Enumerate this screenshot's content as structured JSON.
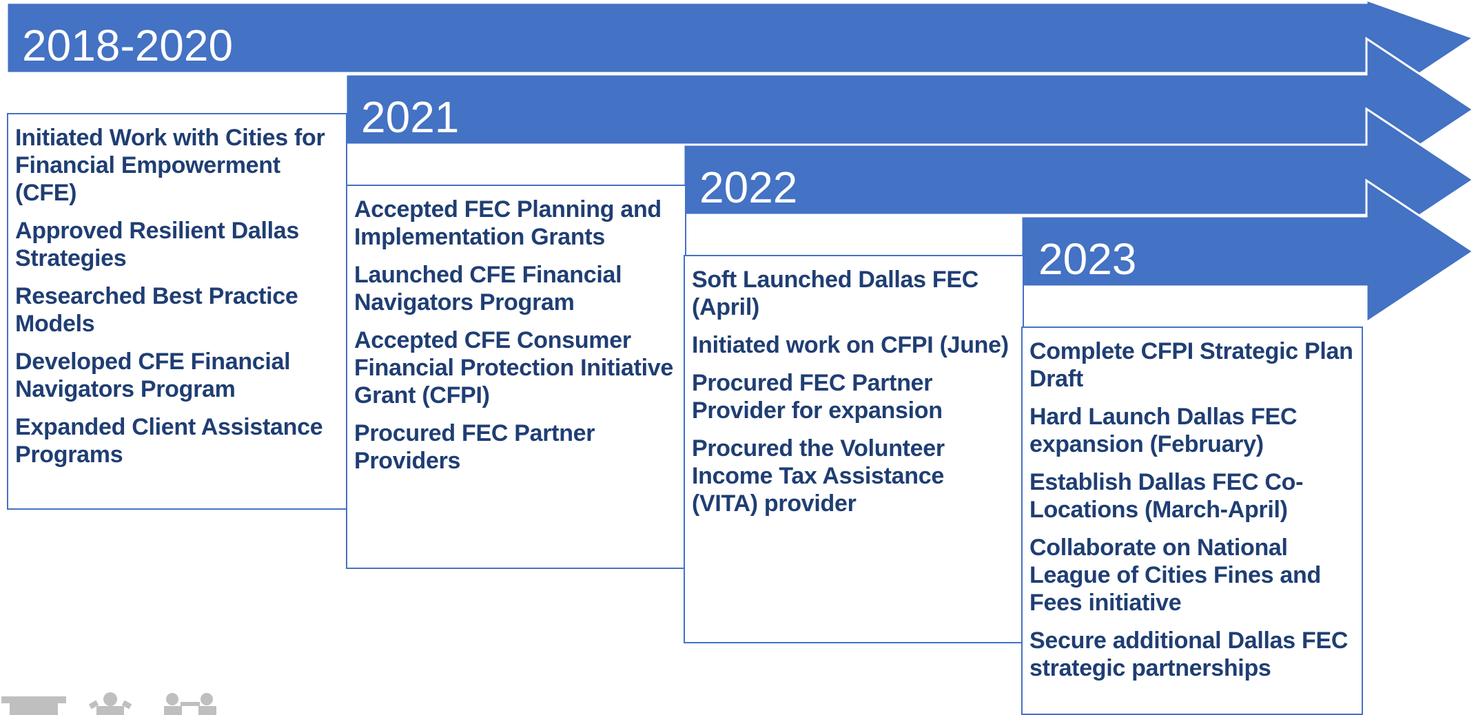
{
  "colors": {
    "arrow": "#4472C4",
    "text": "#1F3E73",
    "year_text": "#ffffff",
    "box_border": "#4472C4",
    "logo": "#BFBFBF"
  },
  "phases": [
    {
      "year": "2018-2020",
      "items": [
        "Initiated Work with Cities for Financial Empowerment (CFE)",
        "Approved Resilient Dallas Strategies",
        "Researched Best Practice Models",
        "Developed CFE Financial Navigators Program",
        "Expanded Client Assistance Programs"
      ]
    },
    {
      "year": "2021",
      "items": [
        "Accepted FEC Planning and Implementation Grants",
        "Launched CFE Financial Navigators Program",
        "Accepted CFE Consumer Financial Protection Initiative Grant (CFPI)",
        "Procured FEC Partner Providers"
      ]
    },
    {
      "year": "2022",
      "items": [
        "Soft Launched Dallas FEC (April)",
        "Initiated work on CFPI (June)",
        "Procured FEC Partner Provider for expansion",
        "Procured the Volunteer Income Tax Assistance (VITA) provider"
      ]
    },
    {
      "year": "2023",
      "items": [
        "Complete CFPI Strategic Plan Draft",
        "Hard Launch Dallas FEC expansion (February)",
        "Establish Dallas FEC Co-Locations (March-April)",
        "Collaborate on National League of Cities Fines and Fees initiative",
        "Secure additional Dallas FEC strategic partnerships"
      ]
    }
  ],
  "logo_icons": [
    "trophy-icon",
    "person-icon",
    "people-icon"
  ]
}
